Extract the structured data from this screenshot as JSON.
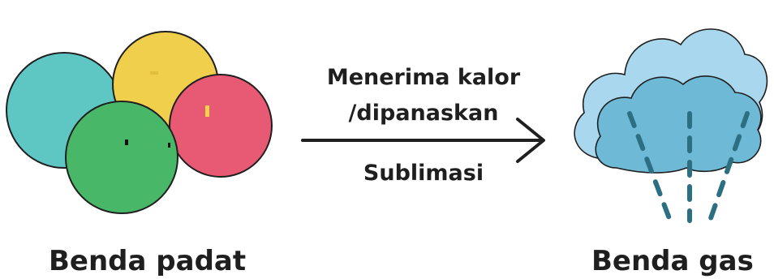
{
  "solid": {
    "label": "Benda padat",
    "particle_colors": [
      "#5ec7c3",
      "#efcf4c",
      "#e85a74",
      "#48b868"
    ]
  },
  "process": {
    "line1": "Menerima kalor",
    "line2": "/dipanaskan",
    "name": "Sublimasi"
  },
  "gas": {
    "label": "Benda gas",
    "cloud_colors": [
      "#a9d8ee",
      "#6db9d6"
    ],
    "stream_color": "#2d6f82"
  }
}
